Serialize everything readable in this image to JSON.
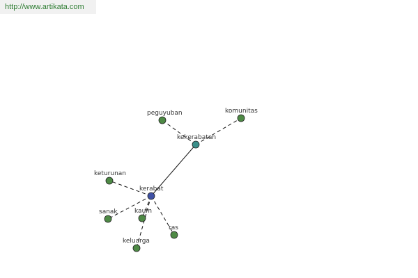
{
  "watermark": "http://www.artikata.com",
  "colors": {
    "root": "#3f51a5",
    "hub": "#3a8f8a",
    "leaf": "#4e8a45",
    "edge": "#111111"
  },
  "nodes": [
    {
      "id": "kerabat",
      "label": "kerabat",
      "kind": "root"
    },
    {
      "id": "kekerabatan",
      "label": "kekerabatan",
      "kind": "hub"
    },
    {
      "id": "peguyuban",
      "label": "peguyuban",
      "kind": "leaf"
    },
    {
      "id": "komunitas",
      "label": "komunitas",
      "kind": "leaf"
    },
    {
      "id": "keturunan",
      "label": "keturunan",
      "kind": "leaf"
    },
    {
      "id": "sanak",
      "label": "sanak",
      "kind": "leaf"
    },
    {
      "id": "kaum",
      "label": "kaum",
      "kind": "leaf"
    },
    {
      "id": "ras",
      "label": "ras",
      "kind": "leaf"
    },
    {
      "id": "keluarga",
      "label": "keluarga",
      "kind": "leaf"
    }
  ],
  "edges": [
    {
      "from": "kerabat",
      "to": "kekerabatan",
      "style": "solid"
    },
    {
      "from": "kekerabatan",
      "to": "peguyuban",
      "style": "dashed"
    },
    {
      "from": "kekerabatan",
      "to": "komunitas",
      "style": "dashed"
    },
    {
      "from": "kerabat",
      "to": "keturunan",
      "style": "dashed"
    },
    {
      "from": "kerabat",
      "to": "sanak",
      "style": "dashed"
    },
    {
      "from": "kerabat",
      "to": "kaum",
      "style": "dashed"
    },
    {
      "from": "kerabat",
      "to": "ras",
      "style": "dashed"
    },
    {
      "from": "kerabat",
      "to": "keluarga",
      "style": "dashed"
    }
  ]
}
